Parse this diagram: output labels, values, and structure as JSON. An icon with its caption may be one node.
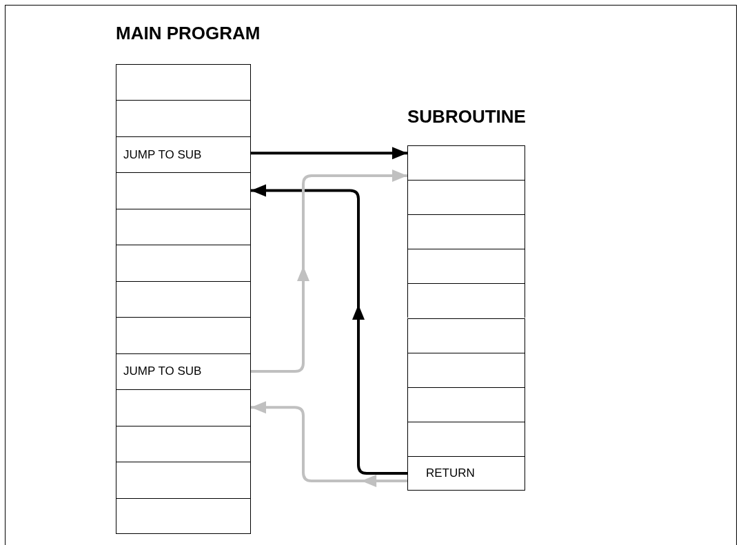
{
  "diagram": {
    "nodes": [
      {
        "text": [
          "MAIN PROGRAM"
        ]
      },
      {
        "text": [],
        "shape": "box",
        "in": 0
      },
      {
        "text": [],
        "shape": "box",
        "in": 0
      },
      {
        "text": [
          "JUMP TO SUB"
        ],
        "in": 0
      },
      {
        "text": [],
        "shape": "box",
        "in": 0
      },
      {
        "text": [],
        "shape": "box",
        "in": 0
      },
      {
        "text": [],
        "shape": "box",
        "in": 0
      },
      {
        "text": [],
        "shape": "box",
        "in": 0
      },
      {
        "text": [],
        "shape": "box",
        "in": 0
      },
      {
        "text": [
          "JUMP TO SUB"
        ],
        "in": 0
      },
      {
        "text": [],
        "shape": "box",
        "in": 0
      },
      {
        "text": [],
        "shape": "box",
        "in": 0
      },
      {
        "text": [],
        "shape": "box",
        "in": 0
      },
      {
        "text": [],
        "shape": "box",
        "in": 0
      },
      {
        "text": [
          "SUBROUTINE"
        ]
      },
      {
        "text": [],
        "shape": "box",
        "in": 14
      },
      {
        "text": [],
        "shape": "box",
        "in": 14
      },
      {
        "text": [],
        "shape": "box",
        "in": 14
      },
      {
        "text": [],
        "shape": "box",
        "in": 14
      },
      {
        "text": [],
        "shape": "box",
        "in": 14
      },
      {
        "text": [],
        "shape": "box",
        "in": 14
      },
      {
        "text": [],
        "shape": "box",
        "in": 14
      },
      {
        "text": [],
        "shape": "box",
        "in": 14
      },
      {
        "text": [],
        "shape": "box",
        "in": 14
      },
      {
        "text": [
          "RETURN"
        ],
        "in": 14
      }
    ],
    "edges": [
      {
        "from": 3,
        "to": 15,
        "arrow": "to"
      },
      {
        "from": 24,
        "to": 4,
        "arrow": "to"
      },
      {
        "from": 9,
        "to": 15,
        "arrow": "to",
        "color": "#c0c0c0"
      },
      {
        "from": 24,
        "to": 10,
        "arrow": "to",
        "color": "#c0c0c0"
      }
    ]
  }
}
